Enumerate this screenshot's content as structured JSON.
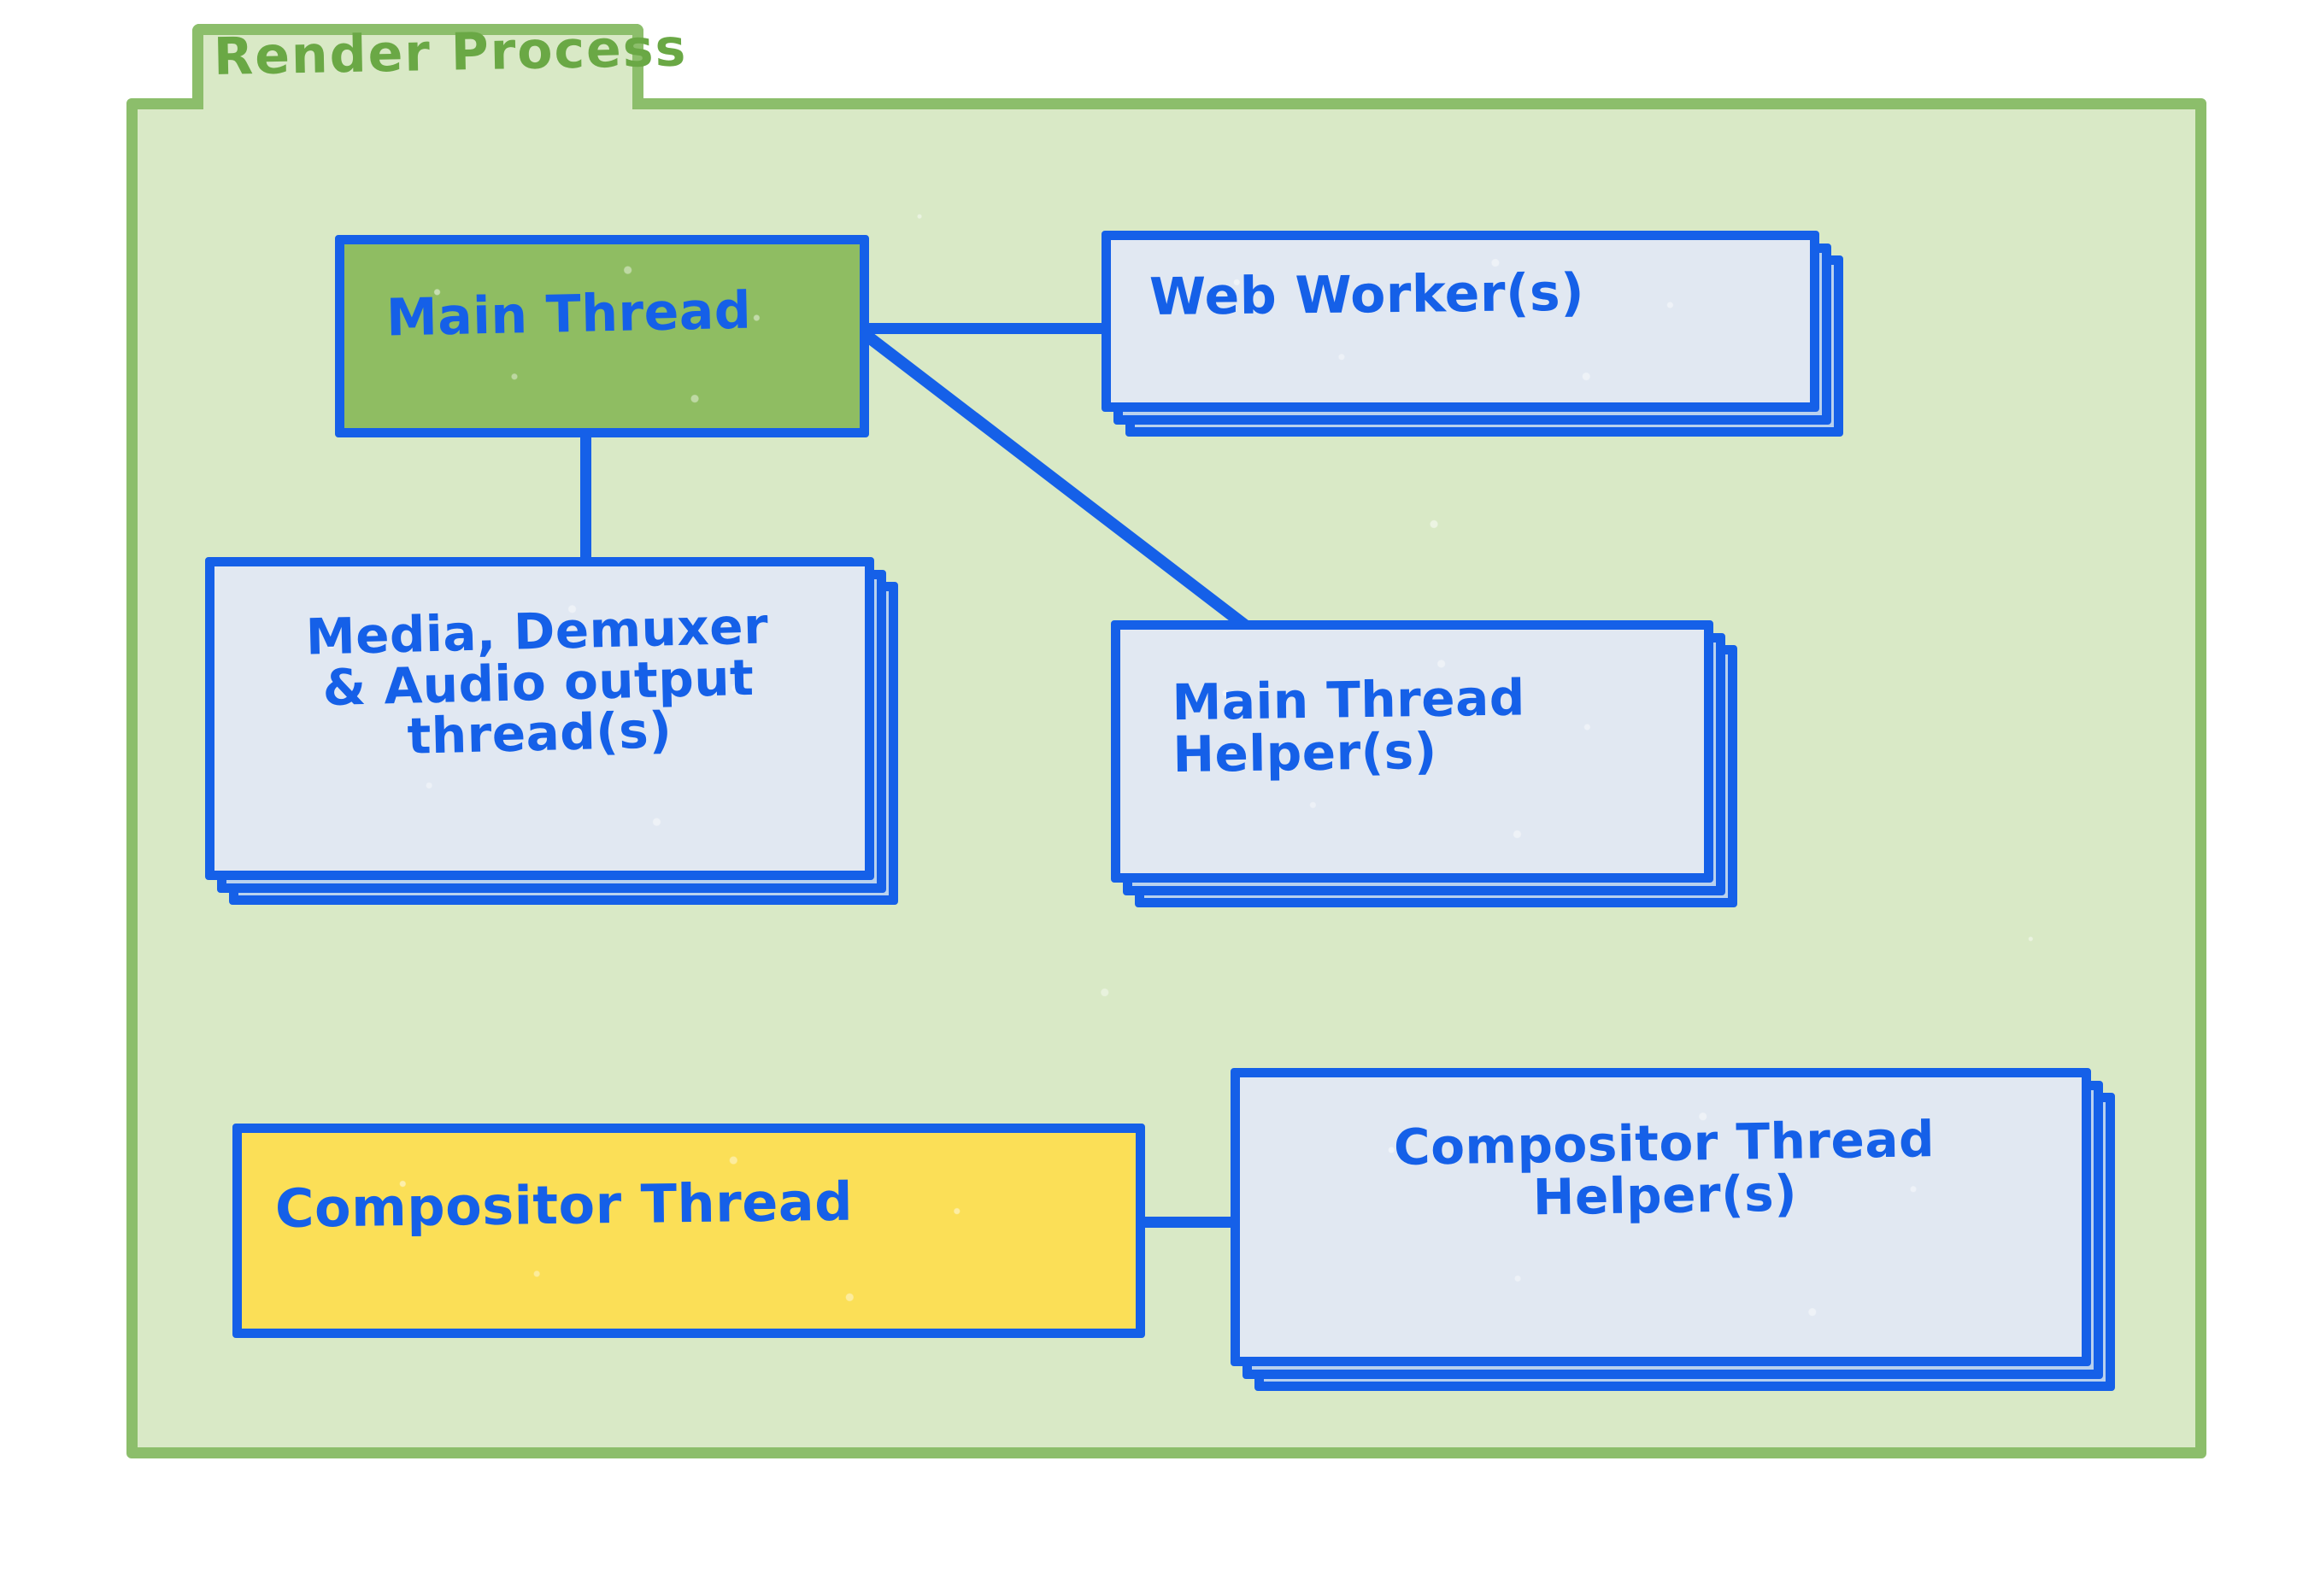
{
  "diagram": {
    "title": "Render Process",
    "type": "architecture-block-diagram",
    "colors": {
      "frame_border": "#8cbe6b",
      "frame_fill": "#d9e9c6",
      "title_text": "#6aa845",
      "node_border": "#1560e8",
      "node_text": "#1560e8",
      "main_thread_fill": "#8fbd62",
      "helper_fill": "#e1e8f2",
      "stack_shadow_fill": "#b9d1ee",
      "compositor_fill": "#fbdf57"
    },
    "nodes": [
      {
        "id": "main-thread",
        "label": "Main Thread",
        "fill": "#8fbd62",
        "stacked": false
      },
      {
        "id": "web-worker",
        "label": "Web Worker(s)",
        "fill": "#e1e8f2",
        "stacked": true,
        "stack_count": 3
      },
      {
        "id": "media-demuxer-audio",
        "label": "Media, Demuxer\n& Audio output\nthread(s)",
        "fill": "#e1e8f2",
        "stacked": true,
        "stack_count": 3
      },
      {
        "id": "main-thread-helper",
        "label": "Main Thread\nHelper(s)",
        "fill": "#e1e8f2",
        "stacked": true,
        "stack_count": 3
      },
      {
        "id": "compositor-thread",
        "label": "Compositor Thread",
        "fill": "#fbdf57",
        "stacked": false
      },
      {
        "id": "compositor-thread-helper",
        "label": "Compositor Thread\nHelper(s)",
        "fill": "#e1e8f2",
        "stacked": true,
        "stack_count": 3
      }
    ],
    "edges": [
      {
        "from": "main-thread",
        "to": "web-worker",
        "style": "horizontal"
      },
      {
        "from": "main-thread",
        "to": "main-thread-helper",
        "style": "diagonal"
      },
      {
        "from": "main-thread",
        "to": "media-demuxer-audio",
        "style": "vertical"
      },
      {
        "from": "compositor-thread",
        "to": "compositor-thread-helper",
        "style": "horizontal"
      }
    ]
  }
}
